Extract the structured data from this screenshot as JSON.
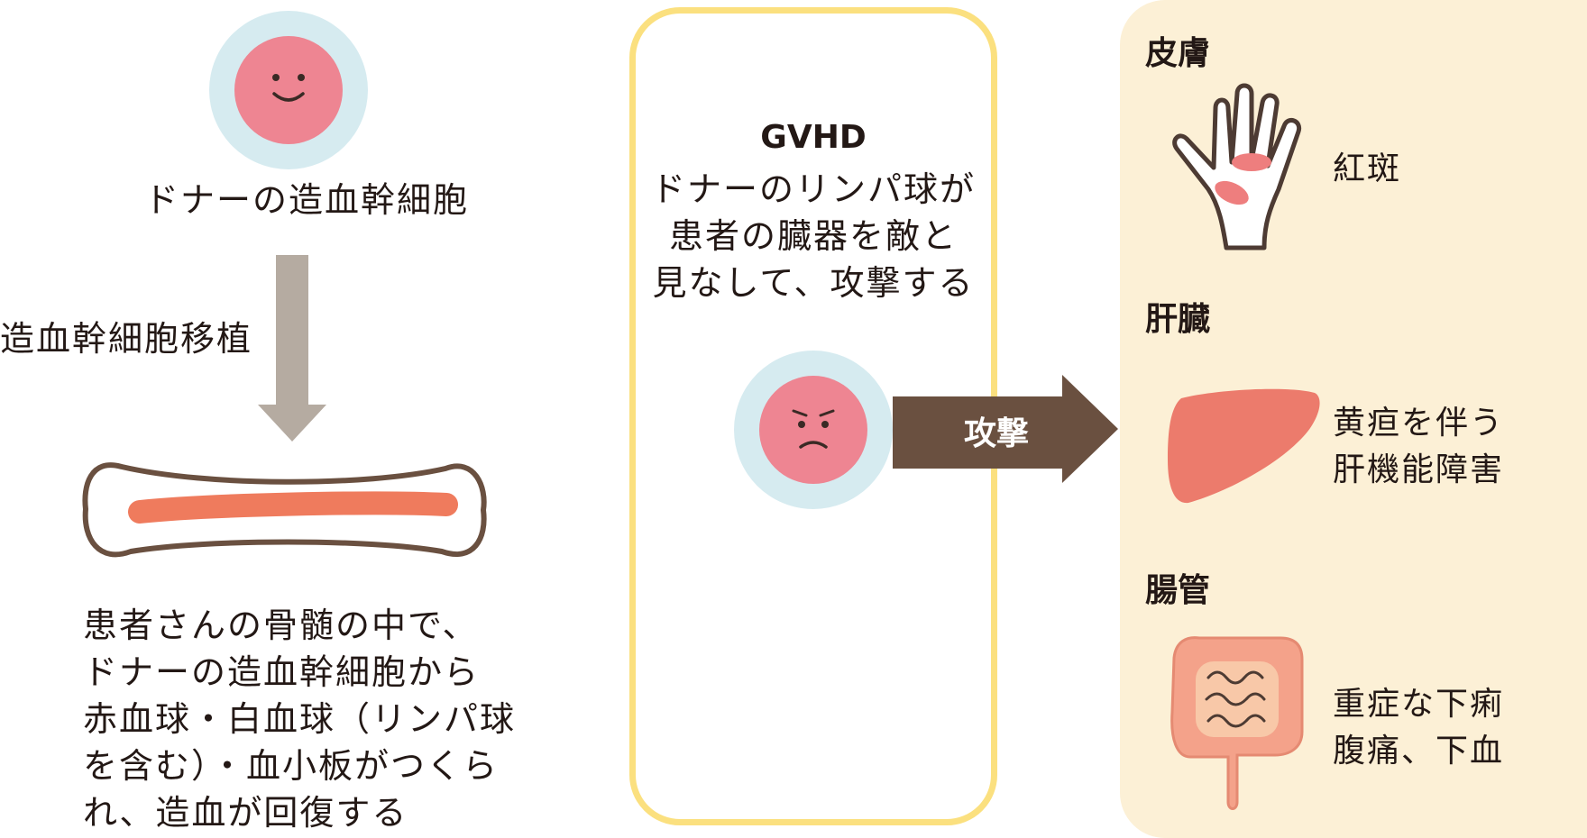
{
  "donor_cell": {
    "label": "ドナーの造血幹細胞"
  },
  "transplant": {
    "label": "造血幹細胞移植"
  },
  "marrow": {
    "description": "患者さんの骨髄の中で、\nドナーの造血幹細胞から\n赤血球・白血球（リンパ球\nを含む）・血小板がつくら\nれ、造血が回復する"
  },
  "gvhd": {
    "title": "GVHD",
    "description": "ドナーのリンパ球が\n患者の臓器を敵と\n見なして、攻撃する",
    "attack_label": "攻撃"
  },
  "organs": [
    {
      "heading": "皮膚",
      "effect": "紅斑",
      "icon": "hand-icon"
    },
    {
      "heading": "肝臓",
      "effect": "黄疸を伴う\n肝機能障害",
      "icon": "liver-icon"
    },
    {
      "heading": "腸管",
      "effect": "重症な下痢\n腹痛、下血",
      "icon": "intestine-icon"
    }
  ],
  "colors": {
    "cell_outer": "#d6ebf0",
    "cell_inner": "#ee8592",
    "arrow_gray": "#b5aba1",
    "arrow_brown": "#6a5040",
    "panel_border": "#fbe07f",
    "organ_panel_bg": "#fcf0d6",
    "marrow": "#ef7b5d",
    "liver": "#ec7b6c"
  }
}
